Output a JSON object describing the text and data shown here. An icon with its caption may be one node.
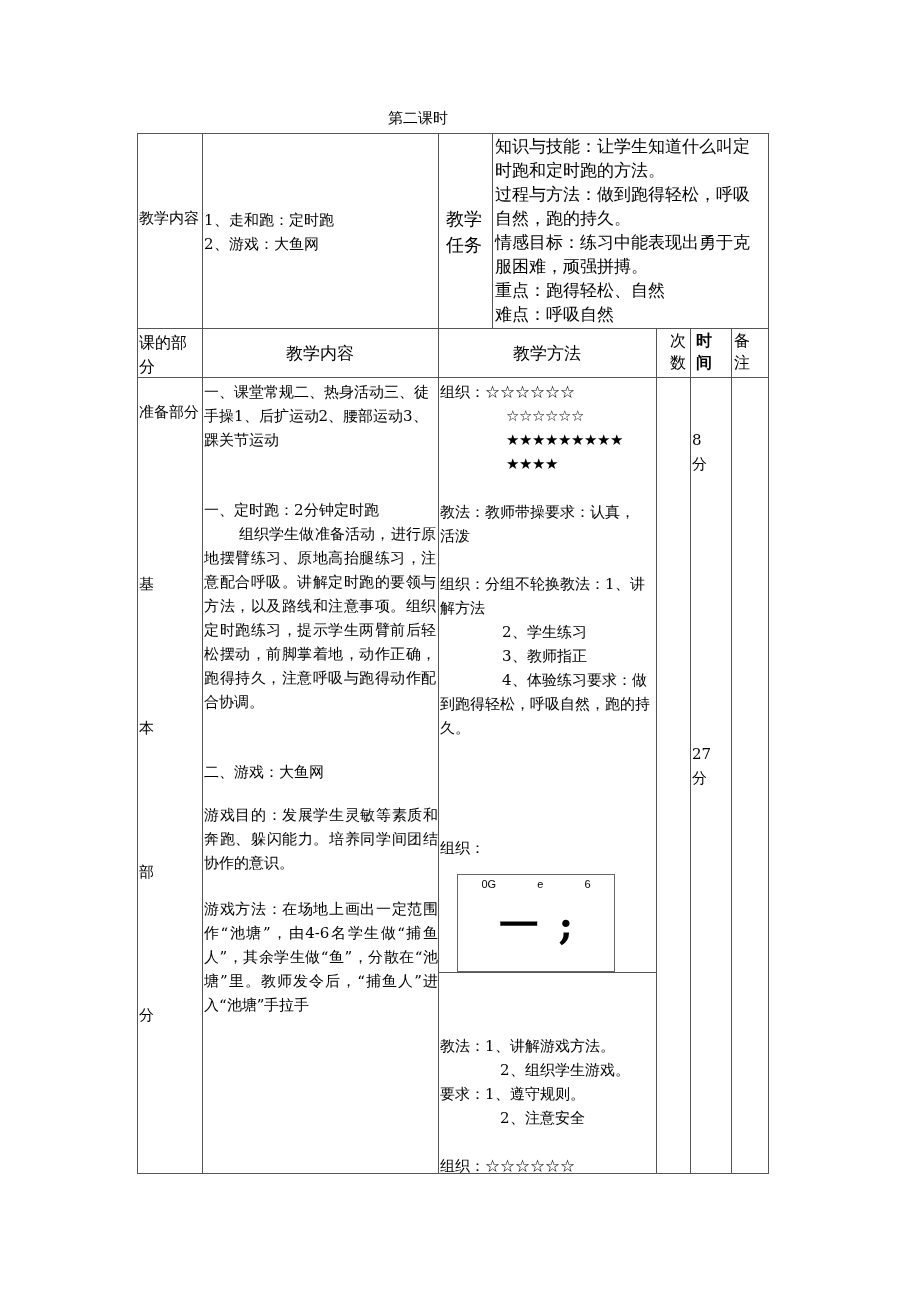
{
  "diagram": {
    "title": "第二课时",
    "nodes": [
      {
        "text": [
          "0G e 6",
          "一 ;"
        ]
      }
    ],
    "labels": [
      "教学内容",
      "1、走和跑：定时跑",
      "2、游戏：大鱼网",
      "教学任务",
      "知识与技能：让学生知道什么叫定时跑和定时跑的方法。",
      "过程与方法：做到跑得轻松，呼吸自然，跑的持久。",
      "情感目标：练习中能表现出勇于克服困难，顽强拼搏。",
      "重点：跑得轻松、自然",
      "难点：呼吸自然",
      "课的部分",
      "教学内容",
      "教学方法",
      "次数",
      "时间",
      "备注",
      "准备部分",
      "一、课堂常规二、热身活动三、徒手操1、后扩运动2、腰部运动3、踝关节运动",
      "组织：☆☆☆☆☆☆",
      "☆☆☆☆☆☆",
      "★★★★★★★★★",
      "★★★★",
      "8分",
      "一、定时跑：2分钟定时跑",
      "组织学生做准备活动，进行原地摆臂练习、原地高抬腿练习，注意配合呼吸。讲解定时跑的要领与方法，以及路线和注意事项。组织定时跑练习，提示学生两臂前后轻松摆动，前脚掌着地，动作正确，跑得持久，注意呼吸与跑得动作配合协调。",
      "教法：教师带操要求：认真，活泼",
      "基",
      "组织：分组不轮换教法：1、讲解方法",
      "2、学生练习",
      "3、教师指正",
      "4、体验练习要求：做到跑得轻松，呼吸自然，跑的持久。",
      "本",
      "二、游戏：大鱼网",
      "27分",
      "游戏目的：发展学生灵敏等素质和奔跑、躲闪能力。培养同学间团结协作的意识。",
      "组织：",
      "部",
      "游戏方法：在场地上画出一定范围作“池塘”，由4-6名学生做“捕鱼人”，其余学生做“鱼”，分散在“池塘”里。教师发令后，“捕鱼人”进入“池塘”手拉手",
      "分",
      "教法：1、讲解游戏方法。",
      "2、组织学生游戏。",
      "要求：1、遵守规则。",
      "2、注意安全",
      "组织：☆☆☆☆☆☆"
    ]
  }
}
